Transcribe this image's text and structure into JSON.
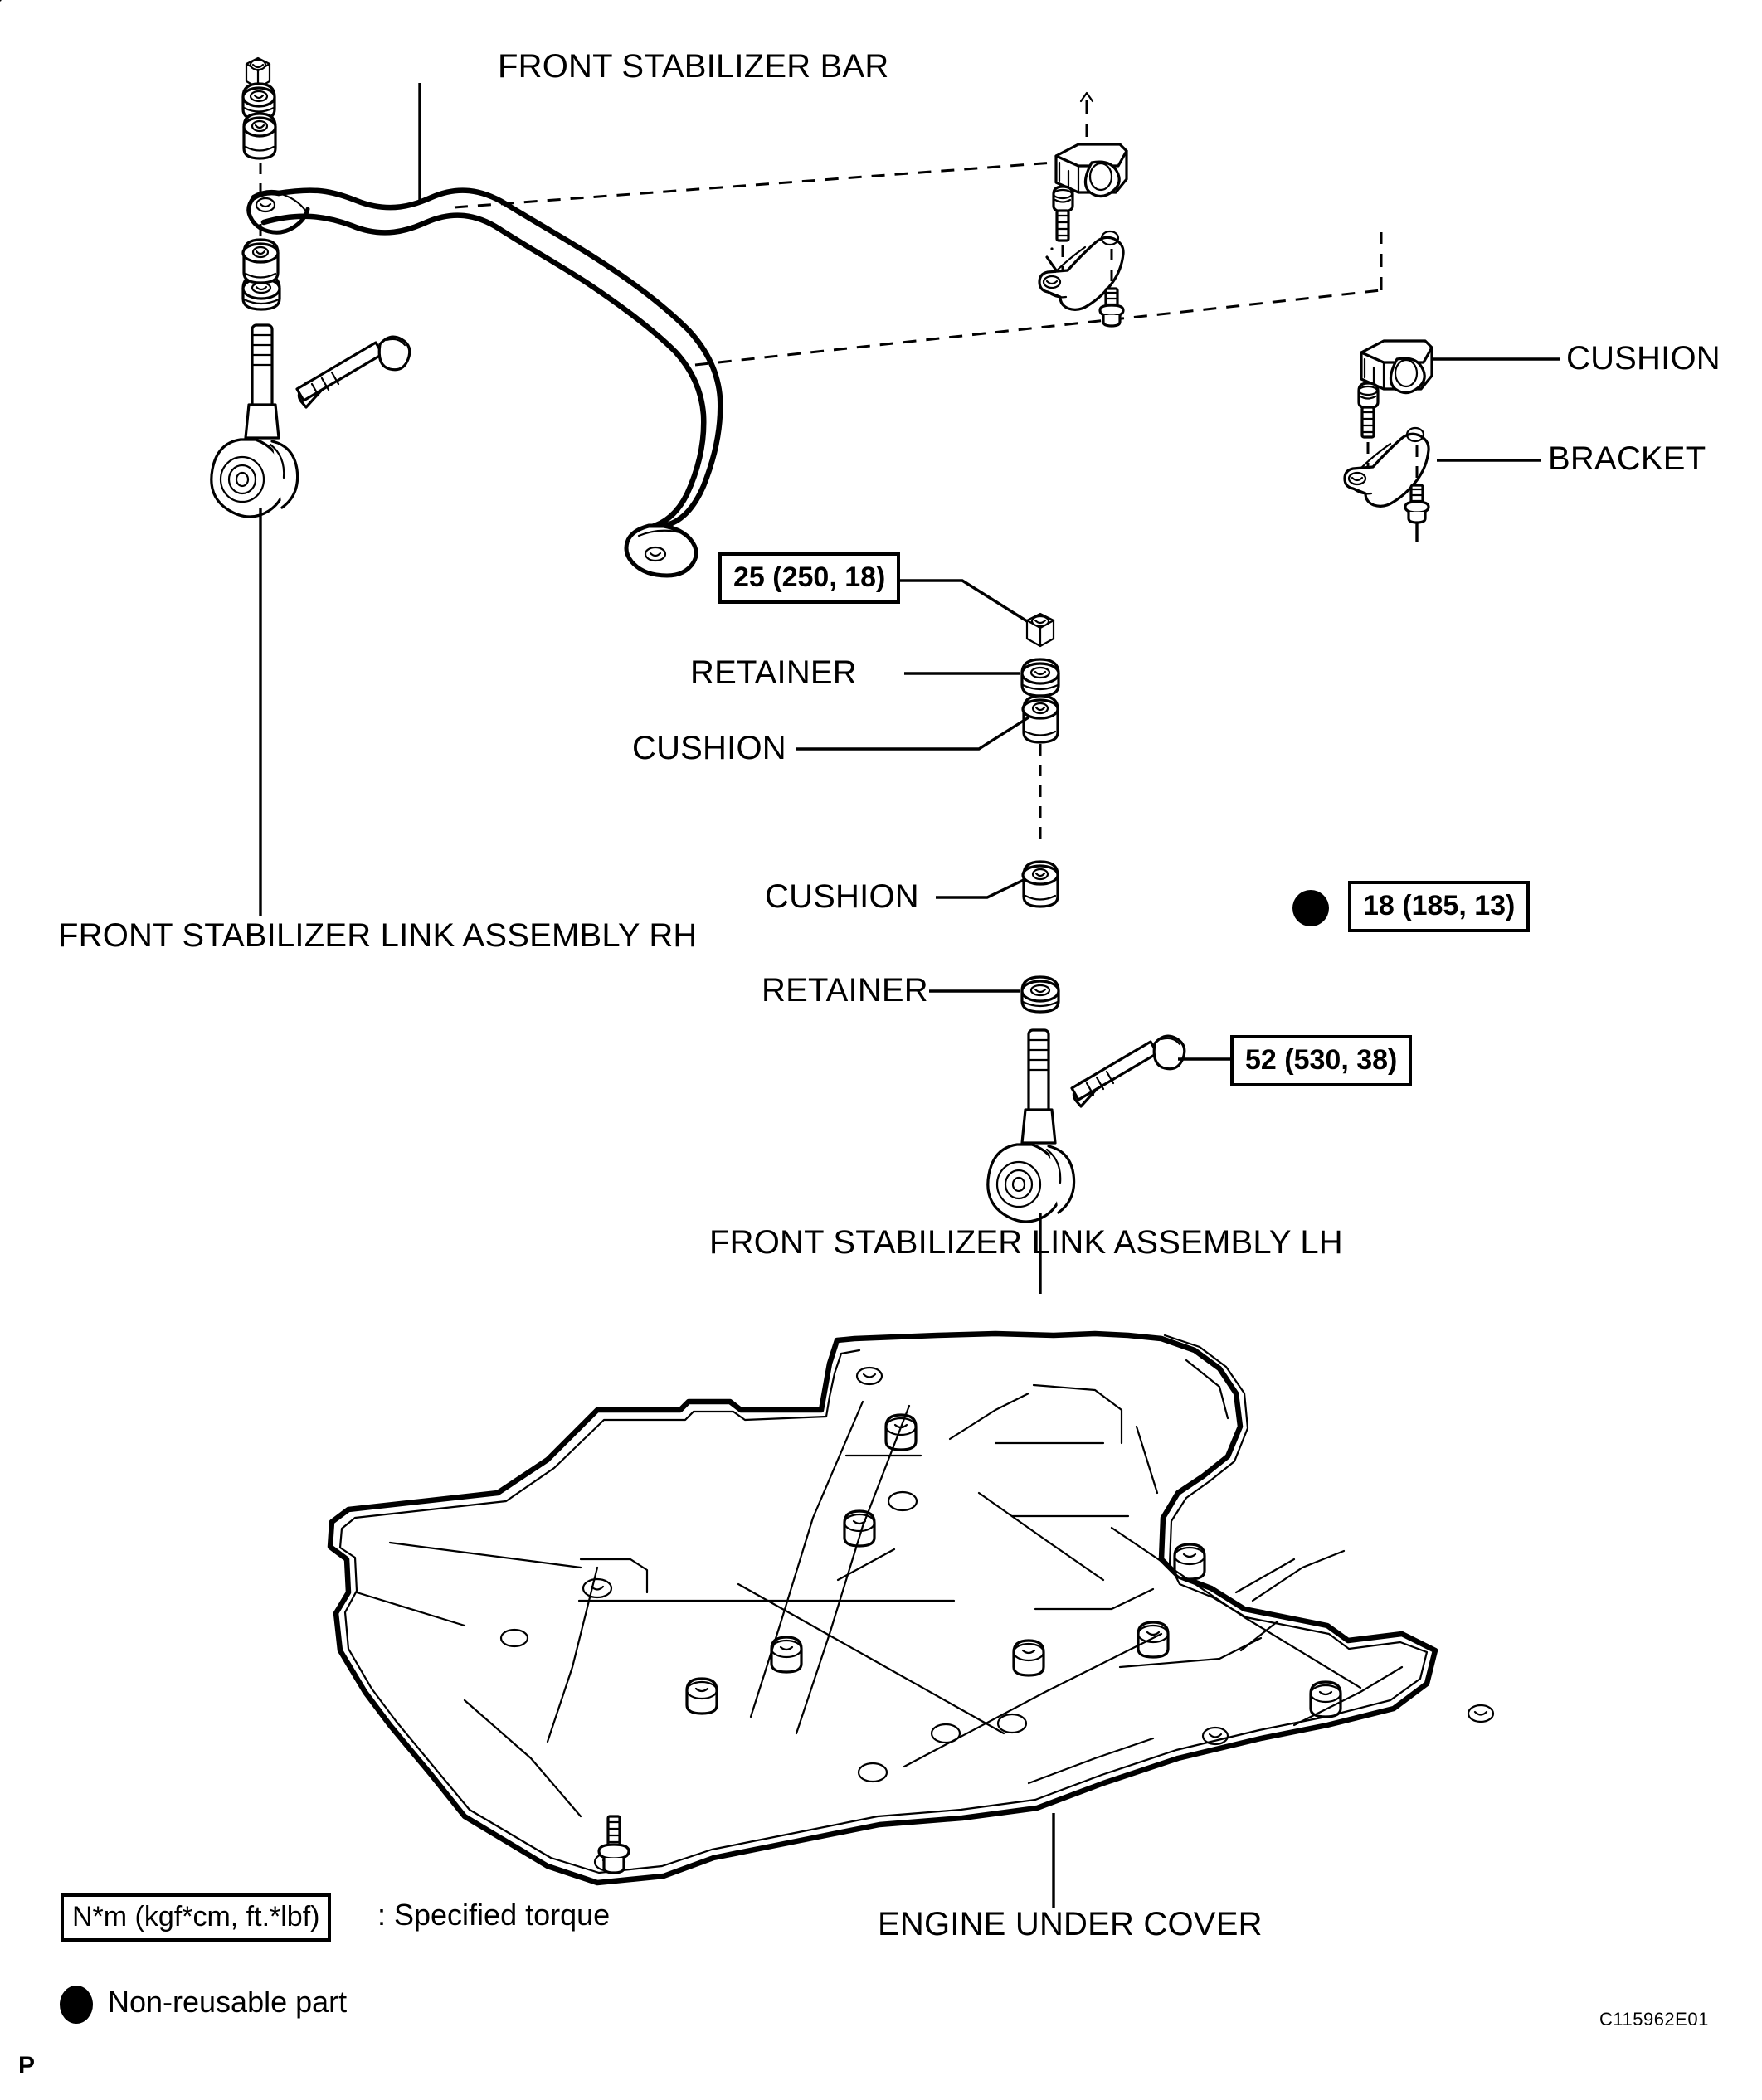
{
  "diagram": {
    "title": "FRONT STABILIZER BAR",
    "drawing_code": "C115962E01",
    "page_mark": "P"
  },
  "callouts": {
    "front_stabilizer_bar": "FRONT STABILIZER BAR",
    "front_stabilizer_link_rh": "FRONT STABILIZER LINK ASSEMBLY RH",
    "front_stabilizer_link_lh": "FRONT STABILIZER LINK ASSEMBLY LH",
    "cushion_upper_right": "CUSHION",
    "bracket": "BRACKET",
    "retainer_upper": "RETAINER",
    "cushion_upper_mid": "CUSHION",
    "cushion_lower_mid": "CUSHION",
    "retainer_lower": "RETAINER",
    "engine_under_cover": "ENGINE UNDER COVER"
  },
  "torques": {
    "link_upper_nut": "25 (250, 18)",
    "bracket_bolt": "18 (185, 13)",
    "link_bolt": "52 (530, 38)"
  },
  "legend": {
    "torque_box": "N*m (kgf*cm, ft.*lbf)",
    "torque_text": ": Specified torque",
    "non_reusable": "Non-reusable part"
  }
}
